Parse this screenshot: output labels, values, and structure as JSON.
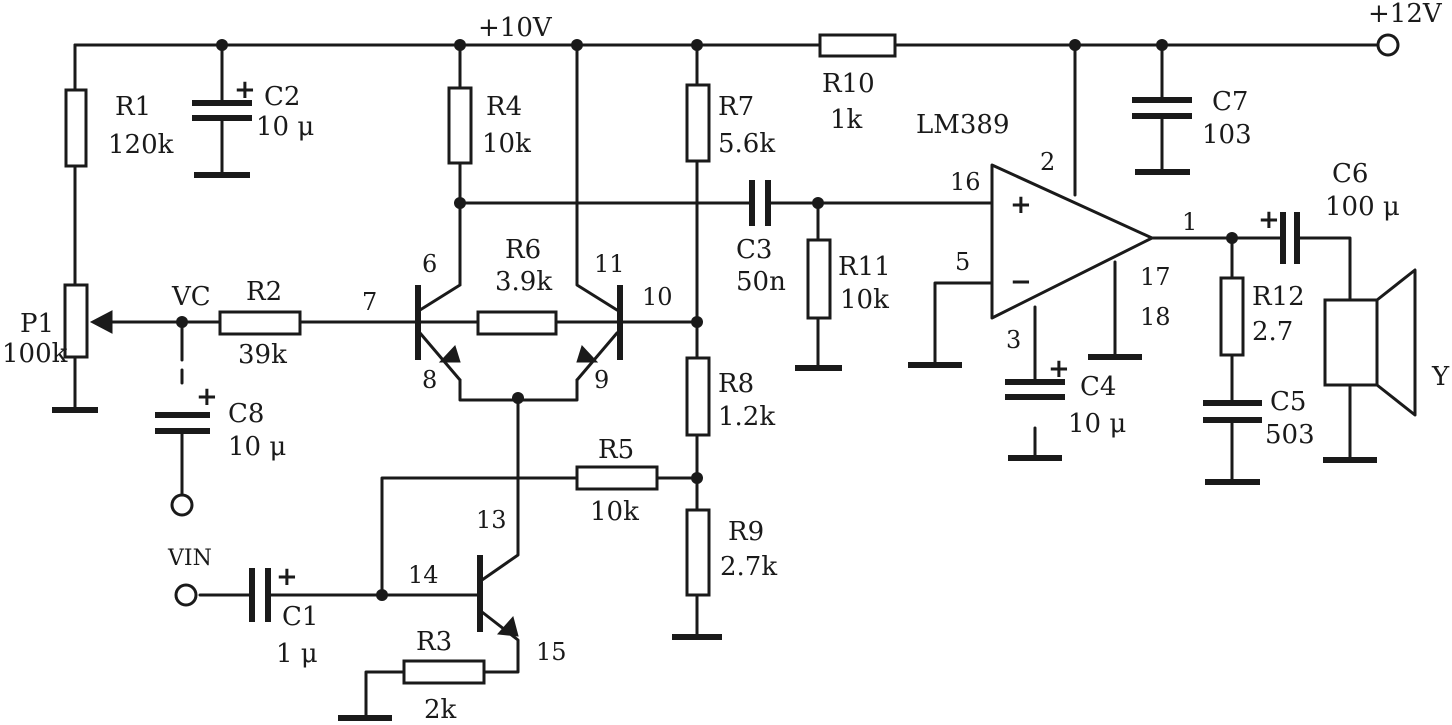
{
  "rails": {
    "supply_10v": "+10V",
    "supply_12v": "+12V"
  },
  "ic": {
    "name": "LM389",
    "plus": "+",
    "minus": "−",
    "pins": {
      "p16": "16",
      "p2": "2",
      "p5": "5",
      "p1": "1",
      "p17": "17",
      "p18": "18",
      "p3": "3"
    }
  },
  "resistors": {
    "r1": {
      "name": "R1",
      "value": "120k"
    },
    "r2": {
      "name": "R2",
      "value": "39k"
    },
    "r3": {
      "name": "R3",
      "value": "2k"
    },
    "r4": {
      "name": "R4",
      "value": "10k"
    },
    "r5": {
      "name": "R5",
      "value": "10k"
    },
    "r6": {
      "name": "R6",
      "value": "3.9k"
    },
    "r7": {
      "name": "R7",
      "value": "5.6k"
    },
    "r8": {
      "name": "R8",
      "value": "1.2k"
    },
    "r9": {
      "name": "R9",
      "value": "2.7k"
    },
    "r10": {
      "name": "R10",
      "value": "1k"
    },
    "r11": {
      "name": "R11",
      "value": "10k"
    },
    "r12": {
      "name": "R12",
      "value": "2.7"
    },
    "p1": {
      "name": "P1",
      "value": "100k"
    }
  },
  "capacitors": {
    "c1": {
      "name": "C1",
      "value": "1 μ"
    },
    "c2": {
      "name": "C2",
      "value": "10 μ"
    },
    "c3": {
      "name": "C3",
      "value": "50n"
    },
    "c4": {
      "name": "C4",
      "value": "10 μ"
    },
    "c5": {
      "name": "C5",
      "value": "503"
    },
    "c6": {
      "name": "C6",
      "value": "100 μ"
    },
    "c7": {
      "name": "C7",
      "value": "103"
    },
    "c8": {
      "name": "C8",
      "value": "10 μ"
    }
  },
  "transistor_pins": {
    "t6": "6",
    "t7": "7",
    "t8": "8",
    "t9": "9",
    "t10": "10",
    "t11": "11",
    "t13": "13",
    "t14": "14",
    "t15": "15"
  },
  "nodes": {
    "vc": "VC",
    "vin": "VIN",
    "speaker": "Y"
  },
  "polarity": "+"
}
